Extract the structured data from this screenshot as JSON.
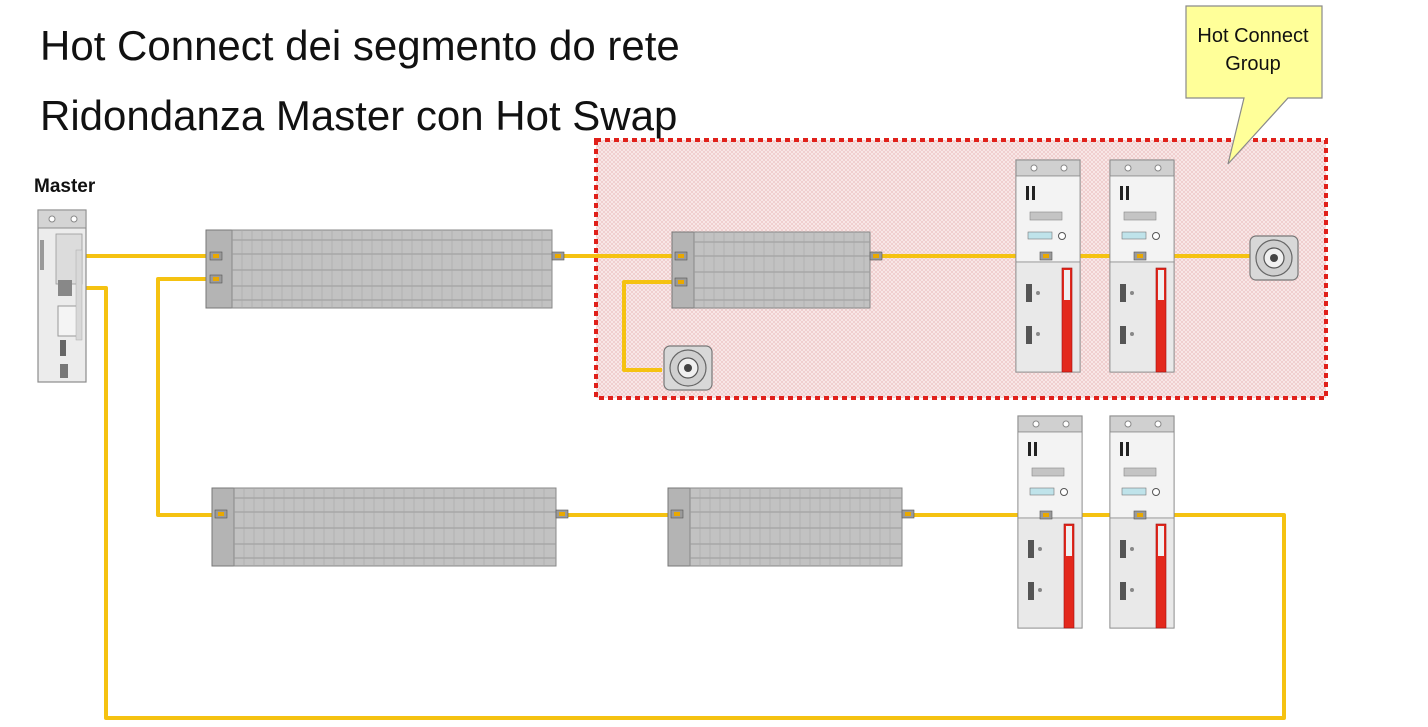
{
  "slide": {
    "bullets": [
      "Hot Connect dei segmento do rete",
      "Ridondanza Master con Hot Swap"
    ]
  },
  "master": {
    "label": "Master"
  },
  "hot_connect_group": {
    "callout_line1": "Hot Connect",
    "callout_line2": "Group"
  },
  "colors": {
    "cable": "#f5c211",
    "group_border": "#e0201a",
    "group_fill": "#f6e0e0",
    "callout_fill": "#ffff99",
    "device_gray": "#bfbfbf",
    "drive_red": "#e3281c"
  },
  "icons": {
    "master": "master-controller-icon",
    "io": "io-module-rack-icon",
    "drive": "servo-drive-icon",
    "motor": "servo-motor-icon"
  }
}
